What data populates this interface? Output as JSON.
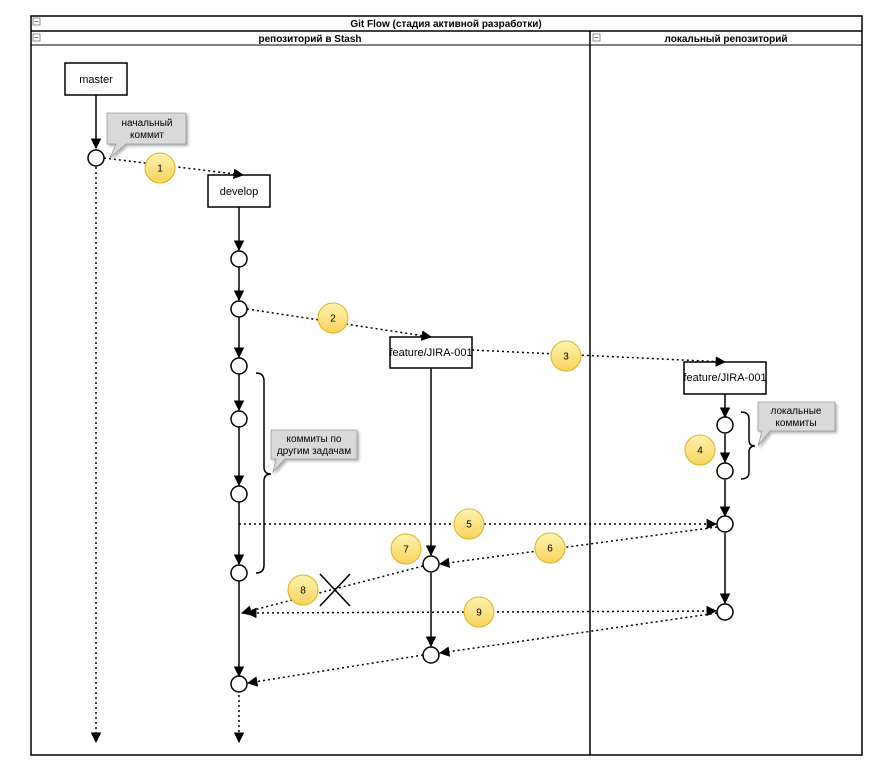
{
  "pool": {
    "title": "Git Flow (стадия активной разработки)",
    "lanes": [
      {
        "id": "stash",
        "title": "репозиторий в Stash"
      },
      {
        "id": "local",
        "title": "локальный репозиторий"
      }
    ]
  },
  "branches": {
    "master": "master",
    "develop": "develop",
    "feature_remote": "feature/JIRA-001",
    "feature_local": "feature/JIRA-001"
  },
  "notes": {
    "initial_commit": [
      "начальный",
      "коммит"
    ],
    "other_tasks": [
      "коммиты по",
      "другим задачам"
    ],
    "local_commits": [
      "локальные",
      "коммиты"
    ]
  },
  "steps": [
    "1",
    "2",
    "3",
    "4",
    "5",
    "6",
    "7",
    "8",
    "9"
  ],
  "colors": {
    "step_fill": "#fde68a",
    "step_stroke": "#d4a017",
    "note_fill": "#d9d9d9",
    "line": "#000000"
  }
}
